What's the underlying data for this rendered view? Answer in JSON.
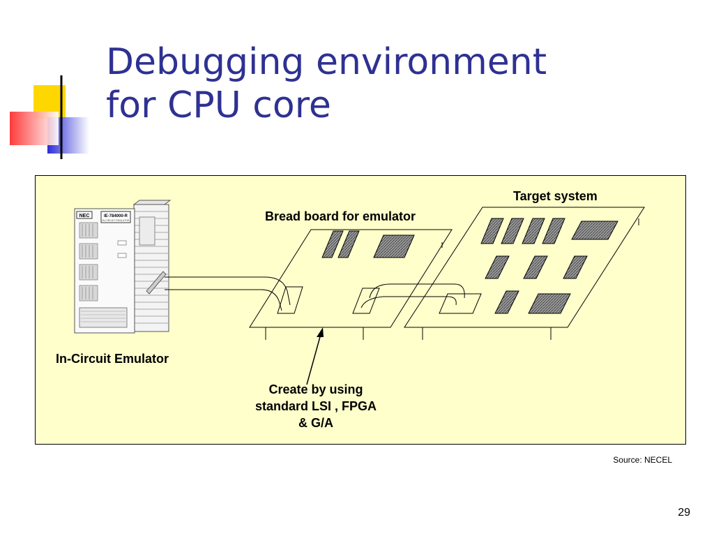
{
  "slide": {
    "title_line1": "Debugging environment",
    "title_line2": "for CPU core",
    "source": "Source: NECEL",
    "page_number": "29"
  },
  "diagram": {
    "target_system_label": "Target system",
    "breadboard_label": "Bread board for emulator",
    "emulator_label": "In-Circuit Emulator",
    "note_line1": "Create by using",
    "note_line2": "standard LSI , FPGA",
    "note_line3": "& G/A",
    "emulator_brand": "NEC",
    "emulator_model": "IE-784000-R",
    "emulator_subtitle": "IN-CIRCUIT EMULATOR"
  },
  "colors": {
    "title": "#2e3192",
    "panel_background": "#ffffcc",
    "accent_yellow": "#ffd700",
    "accent_blue": "#3333cc",
    "accent_red": "#ff3333"
  }
}
